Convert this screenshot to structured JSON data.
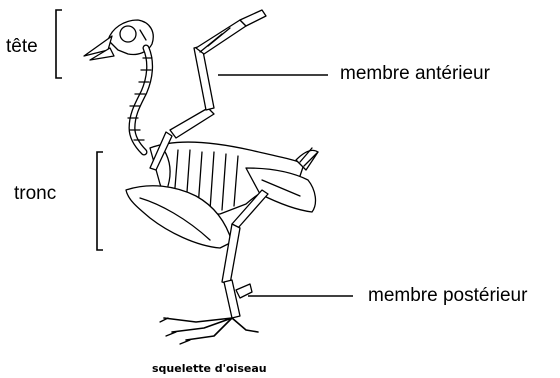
{
  "labels": {
    "head": "tête",
    "trunk": "tronc",
    "forelimb": "membre antérieur",
    "hindlimb": "membre postérieur"
  },
  "caption": "squelette d'oiseau"
}
